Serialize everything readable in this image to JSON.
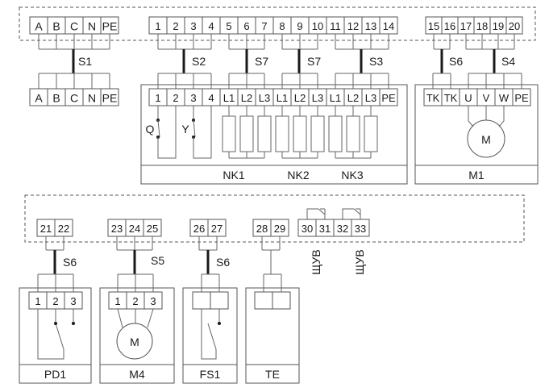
{
  "diagram": {
    "title": "Wiring diagram",
    "top_row": {
      "power_in": {
        "controller_terminals": [
          "A",
          "B",
          "C",
          "N",
          "PE"
        ],
        "cable": "S1",
        "device_terminals": [
          "A",
          "B",
          "C",
          "N",
          "PE"
        ]
      },
      "controller_terminals_main": [
        "1",
        "2",
        "3",
        "4",
        "5",
        "6",
        "7",
        "8",
        "9",
        "10",
        "11",
        "12",
        "13",
        "14"
      ],
      "cables_main": [
        "S2",
        "S7",
        "S7",
        "S3"
      ],
      "heater_block": {
        "terminals": [
          "1",
          "2",
          "3",
          "4",
          "L1",
          "L2",
          "L3",
          "L1",
          "L2",
          "L3",
          "L1",
          "L2",
          "L3",
          "PE"
        ],
        "contacts": [
          "Q",
          "Y"
        ],
        "labels": [
          "NK1",
          "NK2",
          "NK3"
        ]
      },
      "motor_block": {
        "controller_terminals": [
          "15",
          "16",
          "17",
          "18",
          "19",
          "20"
        ],
        "cables": [
          "S6",
          "S4"
        ],
        "terminals": [
          "TK",
          "TK",
          "U",
          "V",
          "W",
          "PE"
        ],
        "motor_symbol": "M",
        "label": "M1"
      }
    },
    "bottom_row": {
      "devices": [
        {
          "controller_terminals": [
            "21",
            "22"
          ],
          "cable": "S6",
          "terminals": [
            "1",
            "2",
            "3"
          ],
          "label": "PD1"
        },
        {
          "controller_terminals": [
            "23",
            "24",
            "25"
          ],
          "cable": "S5",
          "terminals": [
            "1",
            "2",
            "3"
          ],
          "motor_symbol": "M",
          "label": "M4"
        },
        {
          "controller_terminals": [
            "26",
            "27"
          ],
          "cable": "S6",
          "terminals": [
            "",
            ""
          ],
          "label": "FS1"
        },
        {
          "controller_terminals": [
            "28",
            "29"
          ],
          "cable": "",
          "terminals": [
            "",
            ""
          ],
          "label": "TE"
        }
      ],
      "relay_outputs": {
        "terminals": [
          "30",
          "31",
          "32",
          "33"
        ],
        "labels": [
          "ЩУВ",
          "ЩУВ"
        ]
      }
    }
  }
}
